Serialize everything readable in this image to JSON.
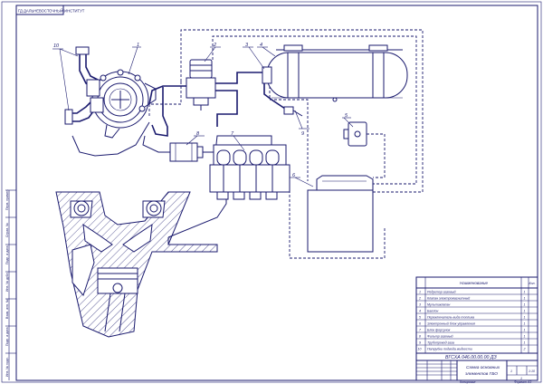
{
  "corner_stamp": "ГД ДАЛЬНЕВОСТОЧНЫЙ ИНСТИТУТ",
  "callouts": [
    "1",
    "2",
    "3",
    "4",
    "5",
    "6",
    "7",
    "8",
    "9",
    "10"
  ],
  "parts_table": {
    "headers": [
      "Наименование",
      "Кол."
    ],
    "rows": [
      {
        "n": "1",
        "name": "Редуктор газовый",
        "q": "1"
      },
      {
        "n": "2",
        "name": "Клапан электромагнитный",
        "q": "1"
      },
      {
        "n": "3",
        "name": "Мультиклапан",
        "q": "1"
      },
      {
        "n": "4",
        "name": "Баллон",
        "q": "1"
      },
      {
        "n": "5",
        "name": "Переключатель вида топлива",
        "q": "1"
      },
      {
        "n": "6",
        "name": "Электронный блок управления",
        "q": "1"
      },
      {
        "n": "7",
        "name": "Блок форсунок",
        "q": "1"
      },
      {
        "n": "8",
        "name": "Фильтр газовый",
        "q": "1"
      },
      {
        "n": "9",
        "name": "Трубопровод газа",
        "q": "1"
      },
      {
        "n": "10",
        "name": "Патрубки подвода жидкости",
        "q": "2"
      }
    ]
  },
  "title_block": {
    "code": "ВГСХА 046.00.00.00 ДЗ",
    "title_line1": "Схема основных",
    "title_line2": "элементов ГБО",
    "sheet": "1",
    "scale": "1:10",
    "sheets_total": "1"
  },
  "left_margin_labels": [
    "Перв. примен.",
    "Справ. №",
    "Подп. и дата",
    "Инв. № дубл.",
    "Взам. инв. №",
    "Подп. и дата",
    "Инв. № подл."
  ],
  "footer_copy": "Копировал",
  "footer_format": "Формат А3"
}
